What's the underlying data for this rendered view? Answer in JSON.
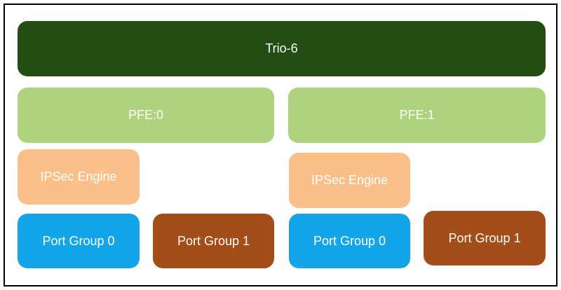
{
  "diagram": {
    "chip": {
      "label": "Trio-6",
      "color": "#234d13"
    },
    "pfes": [
      {
        "label": "PFE:0",
        "color": "#aed37e",
        "ipsec": {
          "label": "IPSec Engine",
          "color": "#fbbf8a"
        },
        "port_groups": [
          {
            "label": "Port Group 0",
            "color": "#14a5e8"
          },
          {
            "label": "Port Group 1",
            "color": "#a34d19"
          }
        ]
      },
      {
        "label": "PFE:1",
        "color": "#aed37e",
        "ipsec": {
          "label": "IPSec Engine",
          "color": "#fbbf8a"
        },
        "port_groups": [
          {
            "label": "Port Group 0",
            "color": "#14a5e8"
          },
          {
            "label": "Port Group 1",
            "color": "#a34d19"
          }
        ]
      }
    ]
  }
}
